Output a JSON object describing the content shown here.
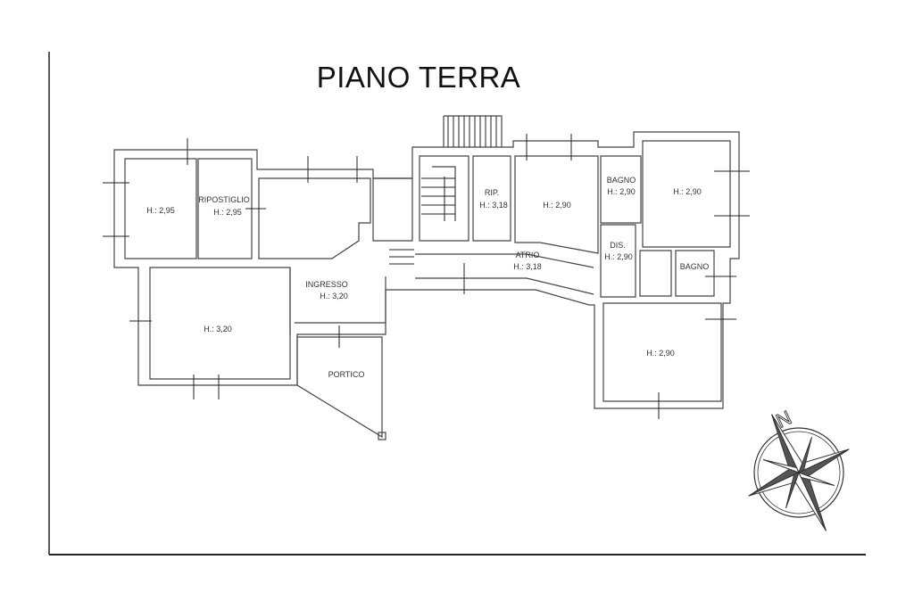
{
  "title": "PIANO TERRA",
  "rooms": {
    "room_west": {
      "height": "H.: 2,95"
    },
    "ripostiglio": {
      "name": "RIPOSTIGLIO",
      "height": "H.: 2,95"
    },
    "living": {
      "height": "H.: 3,20"
    },
    "ingresso": {
      "name": "INGRESSO",
      "height": "H.: 3,20"
    },
    "portico": {
      "name": "PORTICO"
    },
    "rip": {
      "name": "RIP.",
      "height": "H.: 3,18"
    },
    "room_center": {
      "height": "H.: 2,90"
    },
    "atrio": {
      "name": "ATRIO",
      "height": "H.: 3,18"
    },
    "bagno_1": {
      "name": "BAGNO",
      "height": "H.: 2,90"
    },
    "room_east": {
      "height": "H.: 2,90"
    },
    "dis": {
      "name": "DIS.",
      "height": "H.: 2,90"
    },
    "bagno_2": {
      "name": "BAGNO"
    },
    "room_southeast": {
      "height": "H.: 2,90"
    }
  },
  "compass": {
    "north_label": "N"
  }
}
